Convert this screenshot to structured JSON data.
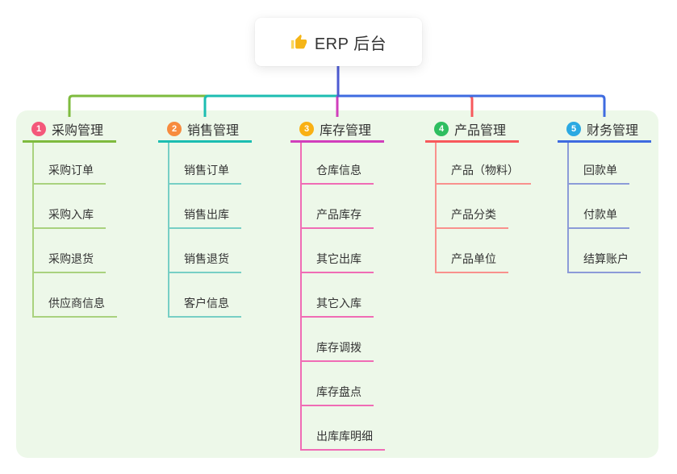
{
  "root": {
    "title": "ERP 后台",
    "icon": "thumbs-up-icon"
  },
  "branches": [
    {
      "badge": "1",
      "title": "采购管理",
      "badge_color": "#F4587A",
      "line_color": "#7EBB3E",
      "child_line_color": "#A9D27E",
      "children": [
        "采购订单",
        "采购入库",
        "采购退货",
        "供应商信息"
      ]
    },
    {
      "badge": "2",
      "title": "销售管理",
      "badge_color": "#F78B3E",
      "line_color": "#1CBDB1",
      "child_line_color": "#77CFC5",
      "children": [
        "销售订单",
        "销售出库",
        "销售退货",
        "客户信息"
      ]
    },
    {
      "badge": "3",
      "title": "库存管理",
      "badge_color": "#F9B013",
      "line_color": "#D13FBC",
      "child_line_color": "#F06CB5",
      "children": [
        "仓库信息",
        "产品库存",
        "其它出库",
        "其它入库",
        "库存调拨",
        "库存盘点",
        "出库库明细"
      ]
    },
    {
      "badge": "4",
      "title": "产品管理",
      "badge_color": "#2EBE60",
      "line_color": "#F7595C",
      "child_line_color": "#F9918D",
      "children": [
        "产品（物料）",
        "产品分类",
        "产品单位"
      ]
    },
    {
      "badge": "5",
      "title": "财务管理",
      "badge_color": "#2BA9E2",
      "line_color": "#3E6BE0",
      "child_line_color": "#8C9BD8",
      "children": [
        "回款单",
        "付款单",
        "结算账户"
      ]
    }
  ],
  "colors": {
    "panel_bg": "#EDF8E9",
    "root_stem": "#4D5BD3",
    "thumb_main": "#F5B517",
    "thumb_cuff": "#FAD55C",
    "text": "#333333"
  }
}
